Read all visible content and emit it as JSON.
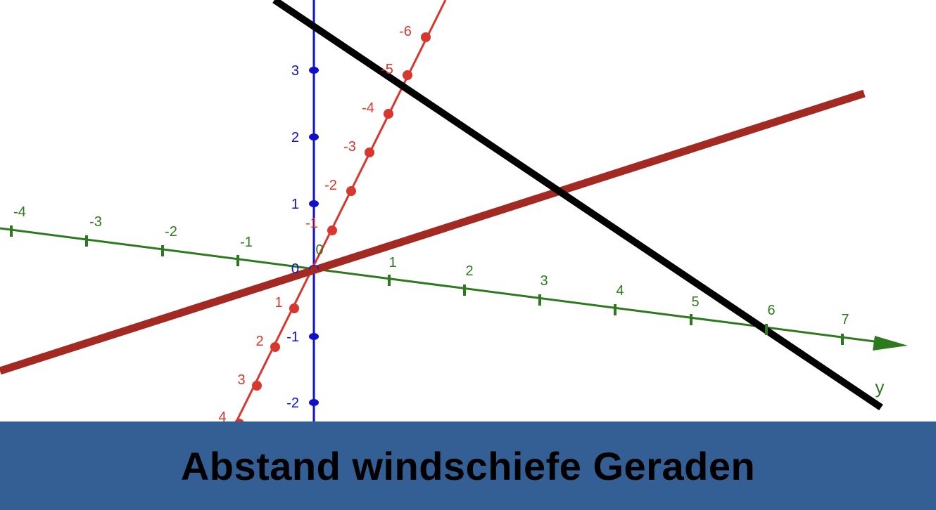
{
  "caption": {
    "title": "Abstand windschiefe Geraden"
  },
  "colors": {
    "background": "#ffffff",
    "banner": "#335f95",
    "axis_blue": "#1010cc",
    "axis_green": "#2d7a1e",
    "axis_red": "#d8372e",
    "line_darkred": "#a32a22",
    "line_black": "#000000"
  },
  "axes": {
    "vertical": {
      "name": "",
      "ticks": [
        "3",
        "2",
        "1",
        "0",
        "-1",
        "-2"
      ]
    },
    "y": {
      "name": "y",
      "ticks": [
        "-4",
        "-3",
        "-2",
        "-1",
        "0",
        "1",
        "2",
        "3",
        "4",
        "5",
        "6",
        "7"
      ]
    },
    "depth": {
      "name": "",
      "ticks": [
        "-6",
        "-5",
        "-4",
        "-3",
        "-2",
        "-1",
        "1",
        "2",
        "3",
        "4"
      ]
    }
  },
  "lines": [
    {
      "name": "skew-line-darkred",
      "color": "line_darkred"
    },
    {
      "name": "skew-line-black",
      "color": "line_black"
    }
  ]
}
